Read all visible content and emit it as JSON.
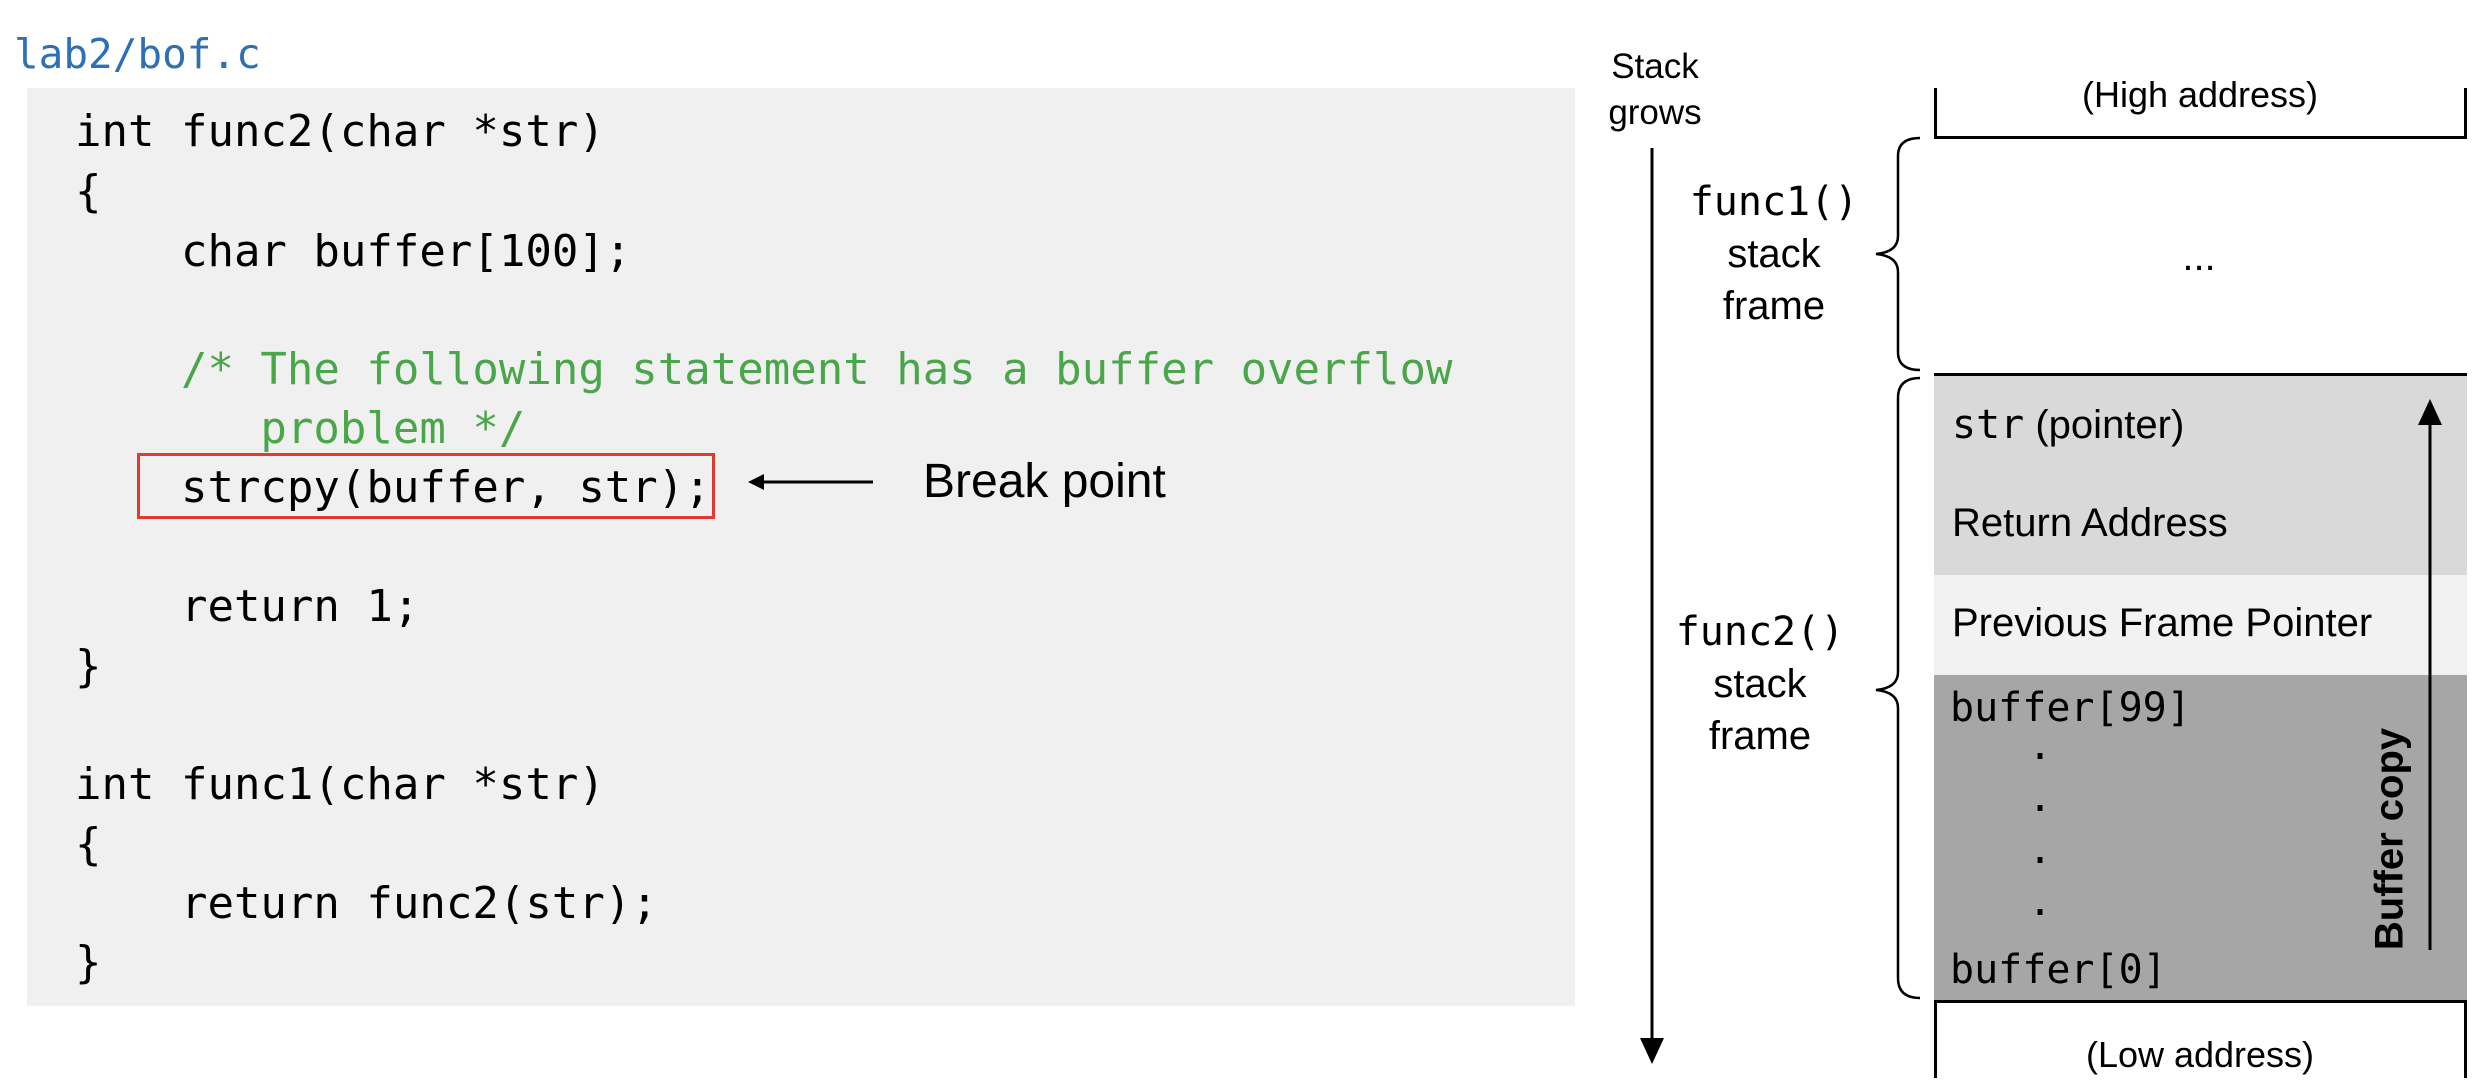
{
  "file": {
    "name": "lab2/bof.c"
  },
  "code": {
    "lines": [
      "int func2(char *str)",
      "{",
      "    char buffer[100];",
      "",
      "    /* The following statement has a buffer overflow",
      "       problem */",
      "    strcpy(buffer, str);",
      "",
      "    return 1;",
      "}",
      "",
      "int func1(char *str)",
      "{",
      "    return func2(str);",
      "}"
    ],
    "break_point_label": "Break point"
  },
  "stack": {
    "grows_label_line1": "Stack",
    "grows_label_line2": "grows",
    "high_address": "(High address)",
    "low_address": "(Low address)",
    "func1_frame": {
      "name": "func1()",
      "line2": "stack",
      "line3": "frame"
    },
    "func2_frame": {
      "name": "func2()",
      "line2": "stack",
      "line3": "frame"
    },
    "func1_content": "...",
    "str_cell_mono": "str",
    "str_cell_rest": " (pointer)",
    "return_address": "Return Address",
    "prev_frame_pointer": "Previous Frame Pointer",
    "buffer_top": "buffer[99]",
    "buffer_bottom": "buffer[0]",
    "buffer_dots": [
      ".",
      ".",
      ".",
      "."
    ],
    "buffer_copy_label": "Buffer copy"
  },
  "colors": {
    "filename": "#2f6fb3",
    "comment": "#4aa64a",
    "break_box": "#e03b2e",
    "code_bg": "#f0f0f0",
    "light_cell": "#d9d9d9",
    "white_cell": "#f2f2f2",
    "buffer_cell": "#a6a6a6"
  }
}
